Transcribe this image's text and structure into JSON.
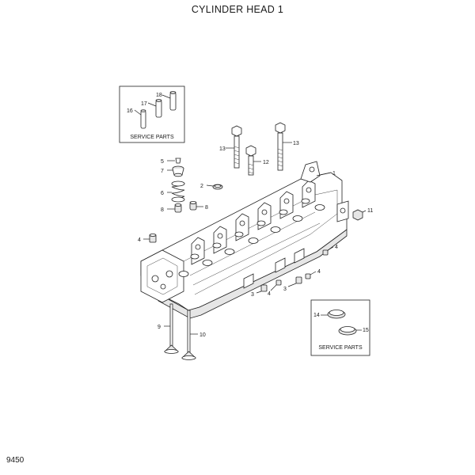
{
  "title": "CYLINDER HEAD 1",
  "page_number": "9450",
  "service_box_top": {
    "label": "SERVICE PARTS",
    "parts": [
      "16",
      "17",
      "18"
    ]
  },
  "service_box_bottom": {
    "label": "SERVICE PARTS",
    "parts": [
      "14",
      "15"
    ]
  },
  "callouts": {
    "c1": "1",
    "c2": "2",
    "c3a": "3",
    "c3b": "3",
    "c4a": "4",
    "c4b": "4",
    "c4c": "4",
    "c4d": "4",
    "c5": "5",
    "c6": "6",
    "c7": "7",
    "c8a": "8",
    "c8b": "8",
    "c9": "9",
    "c10": "10",
    "c11": "11",
    "c12": "12",
    "c13a": "13",
    "c13b": "13",
    "c14": "14",
    "c15": "15",
    "c16": "16",
    "c17": "17",
    "c18": "18"
  }
}
